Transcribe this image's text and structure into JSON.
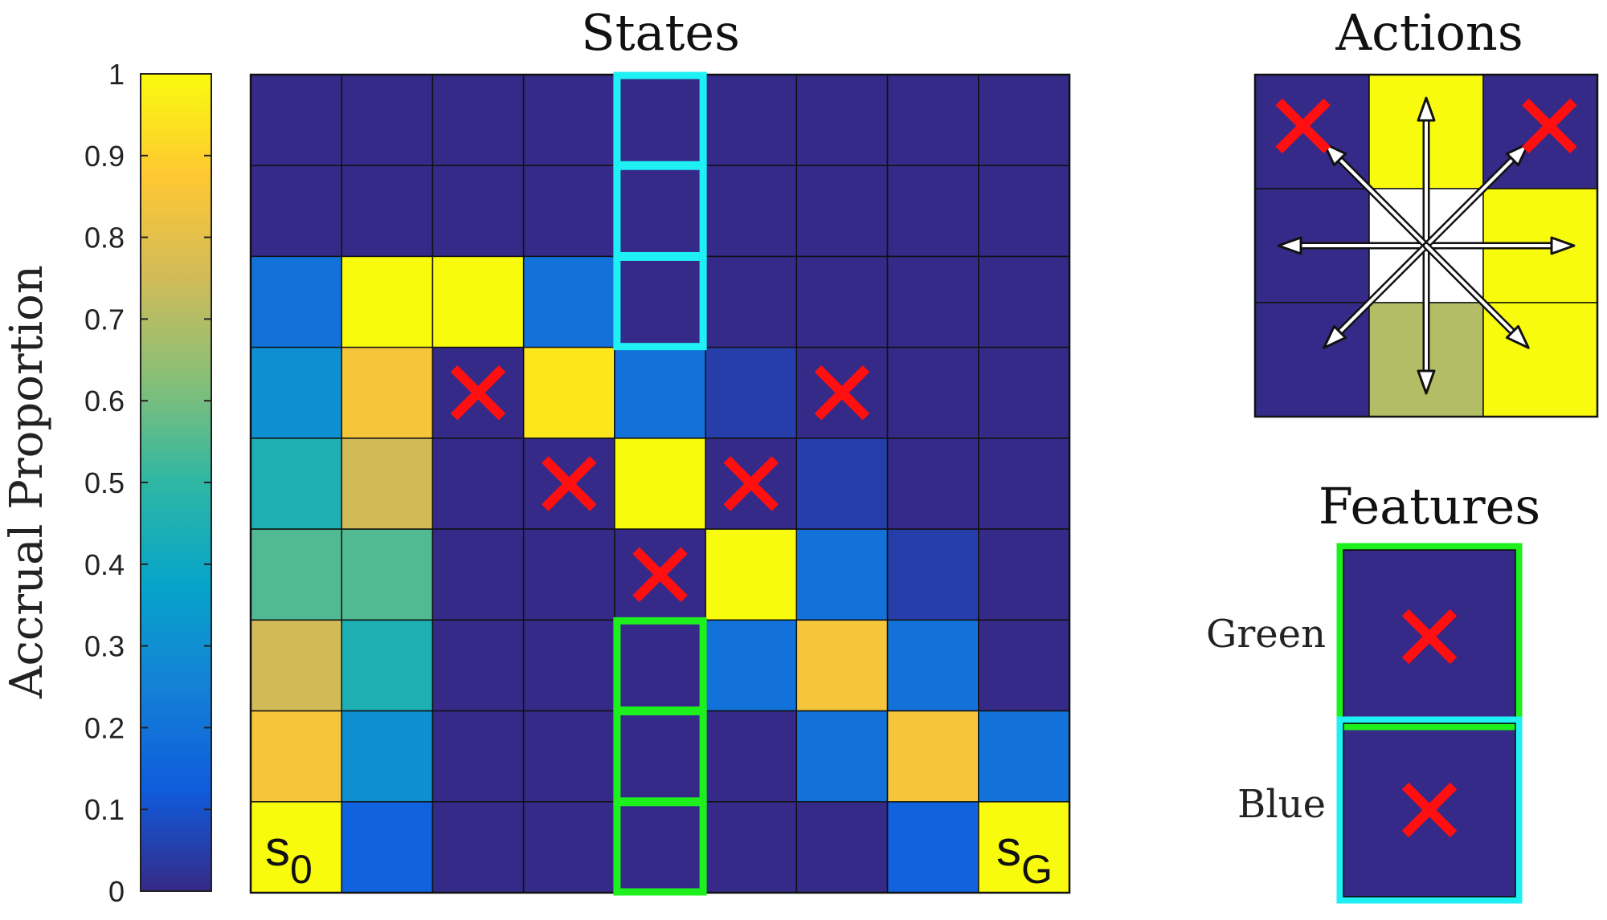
{
  "colorbar": {
    "label": "Accrual Proportion",
    "ticks": [
      "0",
      "0.1",
      "0.2",
      "0.3",
      "0.4",
      "0.5",
      "0.6",
      "0.7",
      "0.8",
      "0.9",
      "1"
    ],
    "range": [
      0,
      1
    ],
    "colormap": "parula",
    "colors": [
      "#352a87",
      "#0f5cdd",
      "#1481d6",
      "#06a4ca",
      "#2eb7a4",
      "#87bf77",
      "#d1bb59",
      "#fec832",
      "#f9fb0e"
    ]
  },
  "states": {
    "title": "States",
    "rows": 9,
    "cols": 9,
    "grid": [
      [
        0.0,
        0.0,
        0.0,
        0.0,
        0.0,
        0.0,
        0.0,
        0.0,
        0.0
      ],
      [
        0.0,
        0.0,
        0.0,
        0.0,
        0.0,
        0.0,
        0.0,
        0.0,
        0.0
      ],
      [
        0.2,
        1.0,
        1.0,
        0.2,
        0.0,
        0.0,
        0.0,
        0.0,
        0.0
      ],
      [
        0.3,
        0.85,
        0.0,
        0.95,
        0.2,
        0.05,
        0.0,
        0.0,
        0.0
      ],
      [
        0.45,
        0.75,
        0.0,
        0.0,
        1.0,
        0.0,
        0.05,
        0.0,
        0.0
      ],
      [
        0.55,
        0.55,
        0.0,
        0.0,
        0.0,
        1.0,
        0.2,
        0.05,
        0.0
      ],
      [
        0.75,
        0.45,
        0.0,
        0.0,
        0.0,
        0.2,
        0.85,
        0.2,
        0.0
      ],
      [
        0.85,
        0.3,
        0.0,
        0.0,
        0.0,
        0.0,
        0.2,
        0.85,
        0.2
      ],
      [
        1.0,
        0.15,
        0.0,
        0.0,
        0.0,
        0.0,
        0.0,
        0.15,
        1.0
      ]
    ],
    "crosses": [
      [
        3,
        2
      ],
      [
        3,
        6
      ],
      [
        4,
        3
      ],
      [
        4,
        5
      ],
      [
        5,
        4
      ]
    ],
    "cyan_highlight": {
      "col": 4,
      "rows": [
        0,
        1,
        2
      ],
      "color": "#1ef0f4"
    },
    "green_highlight": {
      "col": 4,
      "rows": [
        6,
        7,
        8
      ],
      "color": "#1ef01e"
    },
    "start": {
      "base": "s",
      "sub": "0",
      "row": 8,
      "col": 0
    },
    "goal": {
      "base": "s",
      "sub": "G",
      "row": 8,
      "col": 8
    }
  },
  "actions": {
    "title": "Actions",
    "grid": [
      [
        0.0,
        1.0,
        0.0
      ],
      [
        0.0,
        null,
        1.0
      ],
      [
        0.0,
        0.7,
        1.0
      ]
    ],
    "crosses": [
      [
        0,
        0
      ],
      [
        0,
        2
      ]
    ],
    "arrow_icons": [
      "arrow-up-icon",
      "arrow-down-icon",
      "arrow-left-icon",
      "arrow-right-icon",
      "arrow-up-left-icon",
      "arrow-up-right-icon",
      "arrow-down-left-icon",
      "arrow-down-right-icon"
    ]
  },
  "features": {
    "title": "Features",
    "items": [
      {
        "label": "Green",
        "value": 0.0,
        "border_color": "#1ef01e"
      },
      {
        "label": "Blue",
        "value": 0.0,
        "border_color": "#1ef0f4"
      }
    ]
  },
  "cross_color": "#ff0f0f"
}
